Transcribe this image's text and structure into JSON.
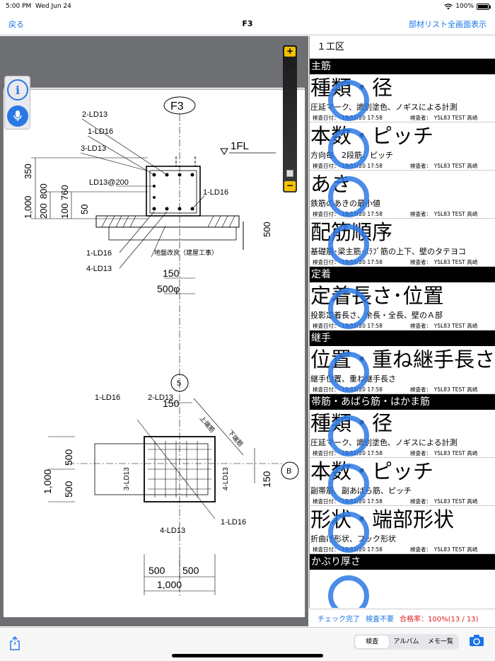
{
  "status_bar": {
    "time": "5:00 PM",
    "date": "Wed Jun 24",
    "battery": "100%"
  },
  "nav": {
    "back": "戻る",
    "title": "F3",
    "fullscreen": "部材リスト全画面表示"
  },
  "drawing": {
    "title_bubble": "F3",
    "level_label": "1FL",
    "bar_labels": [
      "2-LD13",
      "1-LD16",
      "3-LD13",
      "LD13@200",
      "1-LD16",
      "1-LD16",
      "4-LD13",
      "1-LD16",
      "2-LD13",
      "3-LD13",
      "4-LD13",
      "4-LD13",
      "1-LD16"
    ],
    "note": "地盤改良（建屋工事）",
    "dims_left": [
      "350",
      "1,000",
      "200",
      "800",
      "100",
      "760",
      "50"
    ],
    "dim_500": "500",
    "dim_150a": "150",
    "dim_500phi": "500φ",
    "circle_5": "5",
    "dim_150b": "150",
    "dims_plan_left": [
      "1,000",
      "500",
      "500"
    ],
    "dim_150c": "150",
    "circle_b": "B",
    "dims_bottom": [
      "500",
      "500",
      "1,000"
    ],
    "diag_top": "上端筋",
    "diag_bottom": "下端筋"
  },
  "checklist": {
    "zone": "１工区",
    "sections": [
      {
        "label": "主筋",
        "items": [
          {
            "title": "種類・径",
            "desc": "圧延マーク、識別塗色、ノギスによる計測",
            "date": "検査日付：　18/11/20 17:58",
            "inspector": "検査者：　YSL83 TEST 高崎"
          },
          {
            "title": "本数・ピッチ",
            "desc": "方向毎、2段筋、ピッチ",
            "date": "検査日付：　18/11/20 17:58",
            "inspector": "検査者：　YSL83 TEST 高崎"
          },
          {
            "title": "あき",
            "desc": "鉄筋のあきの最小値",
            "date": "検査日付：　18/11/20 17:58",
            "inspector": "検査者：　YSL83 TEST 高崎"
          },
          {
            "title": "配筋順序",
            "desc": "基礎筋･梁主筋･ｽﾗﾌﾞ筋の上下、壁のタテヨコ",
            "date": "検査日付：　18/11/20 17:58",
            "inspector": "検査者：　YSL83 TEST 高崎"
          }
        ]
      },
      {
        "label": "定着",
        "items": [
          {
            "title": "定着長さ･位置",
            "desc": "投影定着長さ、余長・全長、壁のＡ部",
            "date": "検査日付：　18/11/20 17:58",
            "inspector": "検査者：　YSL83 TEST 高崎"
          }
        ]
      },
      {
        "label": "継手",
        "items": [
          {
            "title": "位置・重ね継手長さ",
            "desc": "継手位置、重ね継手長さ",
            "date": "検査日付：　18/11/20 17:58",
            "inspector": "検査者：　YSL83 TEST 高崎"
          }
        ]
      },
      {
        "label": "帯筋・あばら筋・はかま筋",
        "items": [
          {
            "title": "種類・径",
            "desc": "圧延マーク、識別塗色、ノギスによる計測",
            "date": "検査日付：　18/11/20 17:58",
            "inspector": "検査者：　YSL83 TEST 高崎"
          },
          {
            "title": "本数・ピッチ",
            "desc": "副帯筋、副あばら筋、ピッチ",
            "date": "検査日付：　18/11/20 17:58",
            "inspector": "検査者：　YSL83 TEST 高崎"
          },
          {
            "title": "形状・端部形状",
            "desc": "折曲げ形状、フック形状",
            "date": "検査日付：　18/11/20 17:58",
            "inspector": "検査者：　YSL83 TEST 高崎"
          }
        ]
      },
      {
        "label": "かぶり厚さ",
        "items": []
      }
    ]
  },
  "summary": {
    "check_done": "チェック完了",
    "no_inspection": "検査不要",
    "pass_label": "合格率：",
    "pass_value": "100%(13 / 13)"
  },
  "toolbar": {
    "tabs": [
      "検査",
      "アルバム",
      "メモ一覧"
    ],
    "selected_tab": "検査"
  },
  "icons": {
    "info": "info-icon",
    "mic": "microphone-icon",
    "share": "share-icon",
    "camera": "camera-icon",
    "wifi": "wifi-icon",
    "battery": "battery-icon"
  },
  "colors": {
    "accent": "#1a73e8",
    "check_ring": "#2b78e4",
    "section_bg": "#000000",
    "pass_rate": "#e02020",
    "zoom_button": "#f2c200"
  }
}
